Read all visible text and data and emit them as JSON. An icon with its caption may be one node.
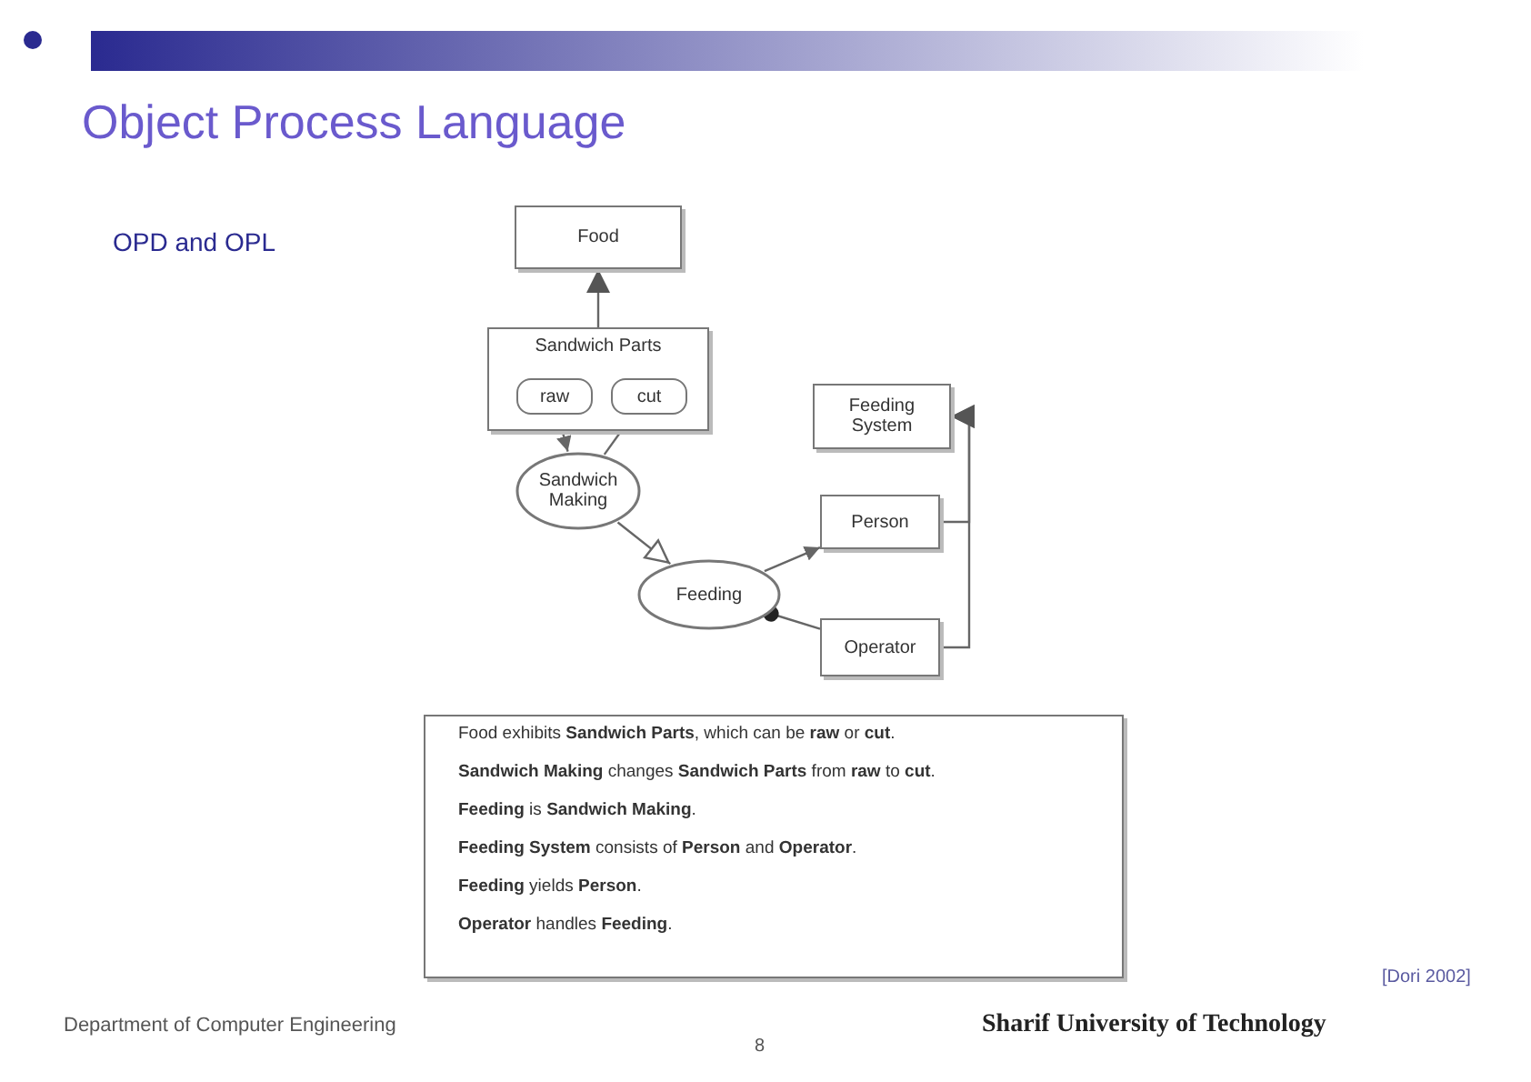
{
  "diagram": {
    "title": "Object Process Language",
    "nodes": [
      {
        "text": [
          "Food"
        ]
      },
      {
        "text": [
          "Sandwich Parts"
        ]
      },
      {
        "text": [
          "raw"
        ],
        "in": 1
      },
      {
        "text": [
          "cut"
        ],
        "in": 1
      },
      {
        "text": [
          "Sandwich Making"
        ]
      },
      {
        "text": [
          "Feeding System"
        ]
      },
      {
        "text": [
          "Person"
        ]
      },
      {
        "text": [
          "Feeding"
        ]
      },
      {
        "text": [
          "Operator"
        ]
      },
      {
        "text": [
          "Food exhibits **Sandwich Parts**, which can be **raw** or **cut**.",
          "**Sandwich Making** changes **Sandwich Parts** from **raw** to **cut**.",
          "**Feeding** is **Sandwich Making**.",
          "**Feeding System** consists of **Person** and **Operator**.",
          "**Feeding** yields **Person**.",
          "**Operator** handles **Feeding**."
        ]
      }
    ],
    "edges": [
      {
        "from": 1,
        "to": 0,
        "arrow": "to"
      },
      {
        "from": 2,
        "to": 4,
        "arrow": "to"
      },
      {
        "from": 4,
        "to": 3,
        "arrow": "to"
      },
      {
        "from": 4,
        "to": 7,
        "arrow": "to"
      },
      {
        "from": 7,
        "to": 6,
        "arrow": "to"
      },
      {
        "from": 8,
        "to": 7,
        "arrow": "other"
      },
      {
        "from": 6,
        "to": 5,
        "arrow": "to"
      },
      {
        "from": 8,
        "to": 5,
        "arrow": "to"
      }
    ],
    "labels": [
      "OPD and OPL",
      "[Dori 2002]",
      "Department of Computer Engineering",
      "8",
      "Sharif University of Technology"
    ]
  }
}
